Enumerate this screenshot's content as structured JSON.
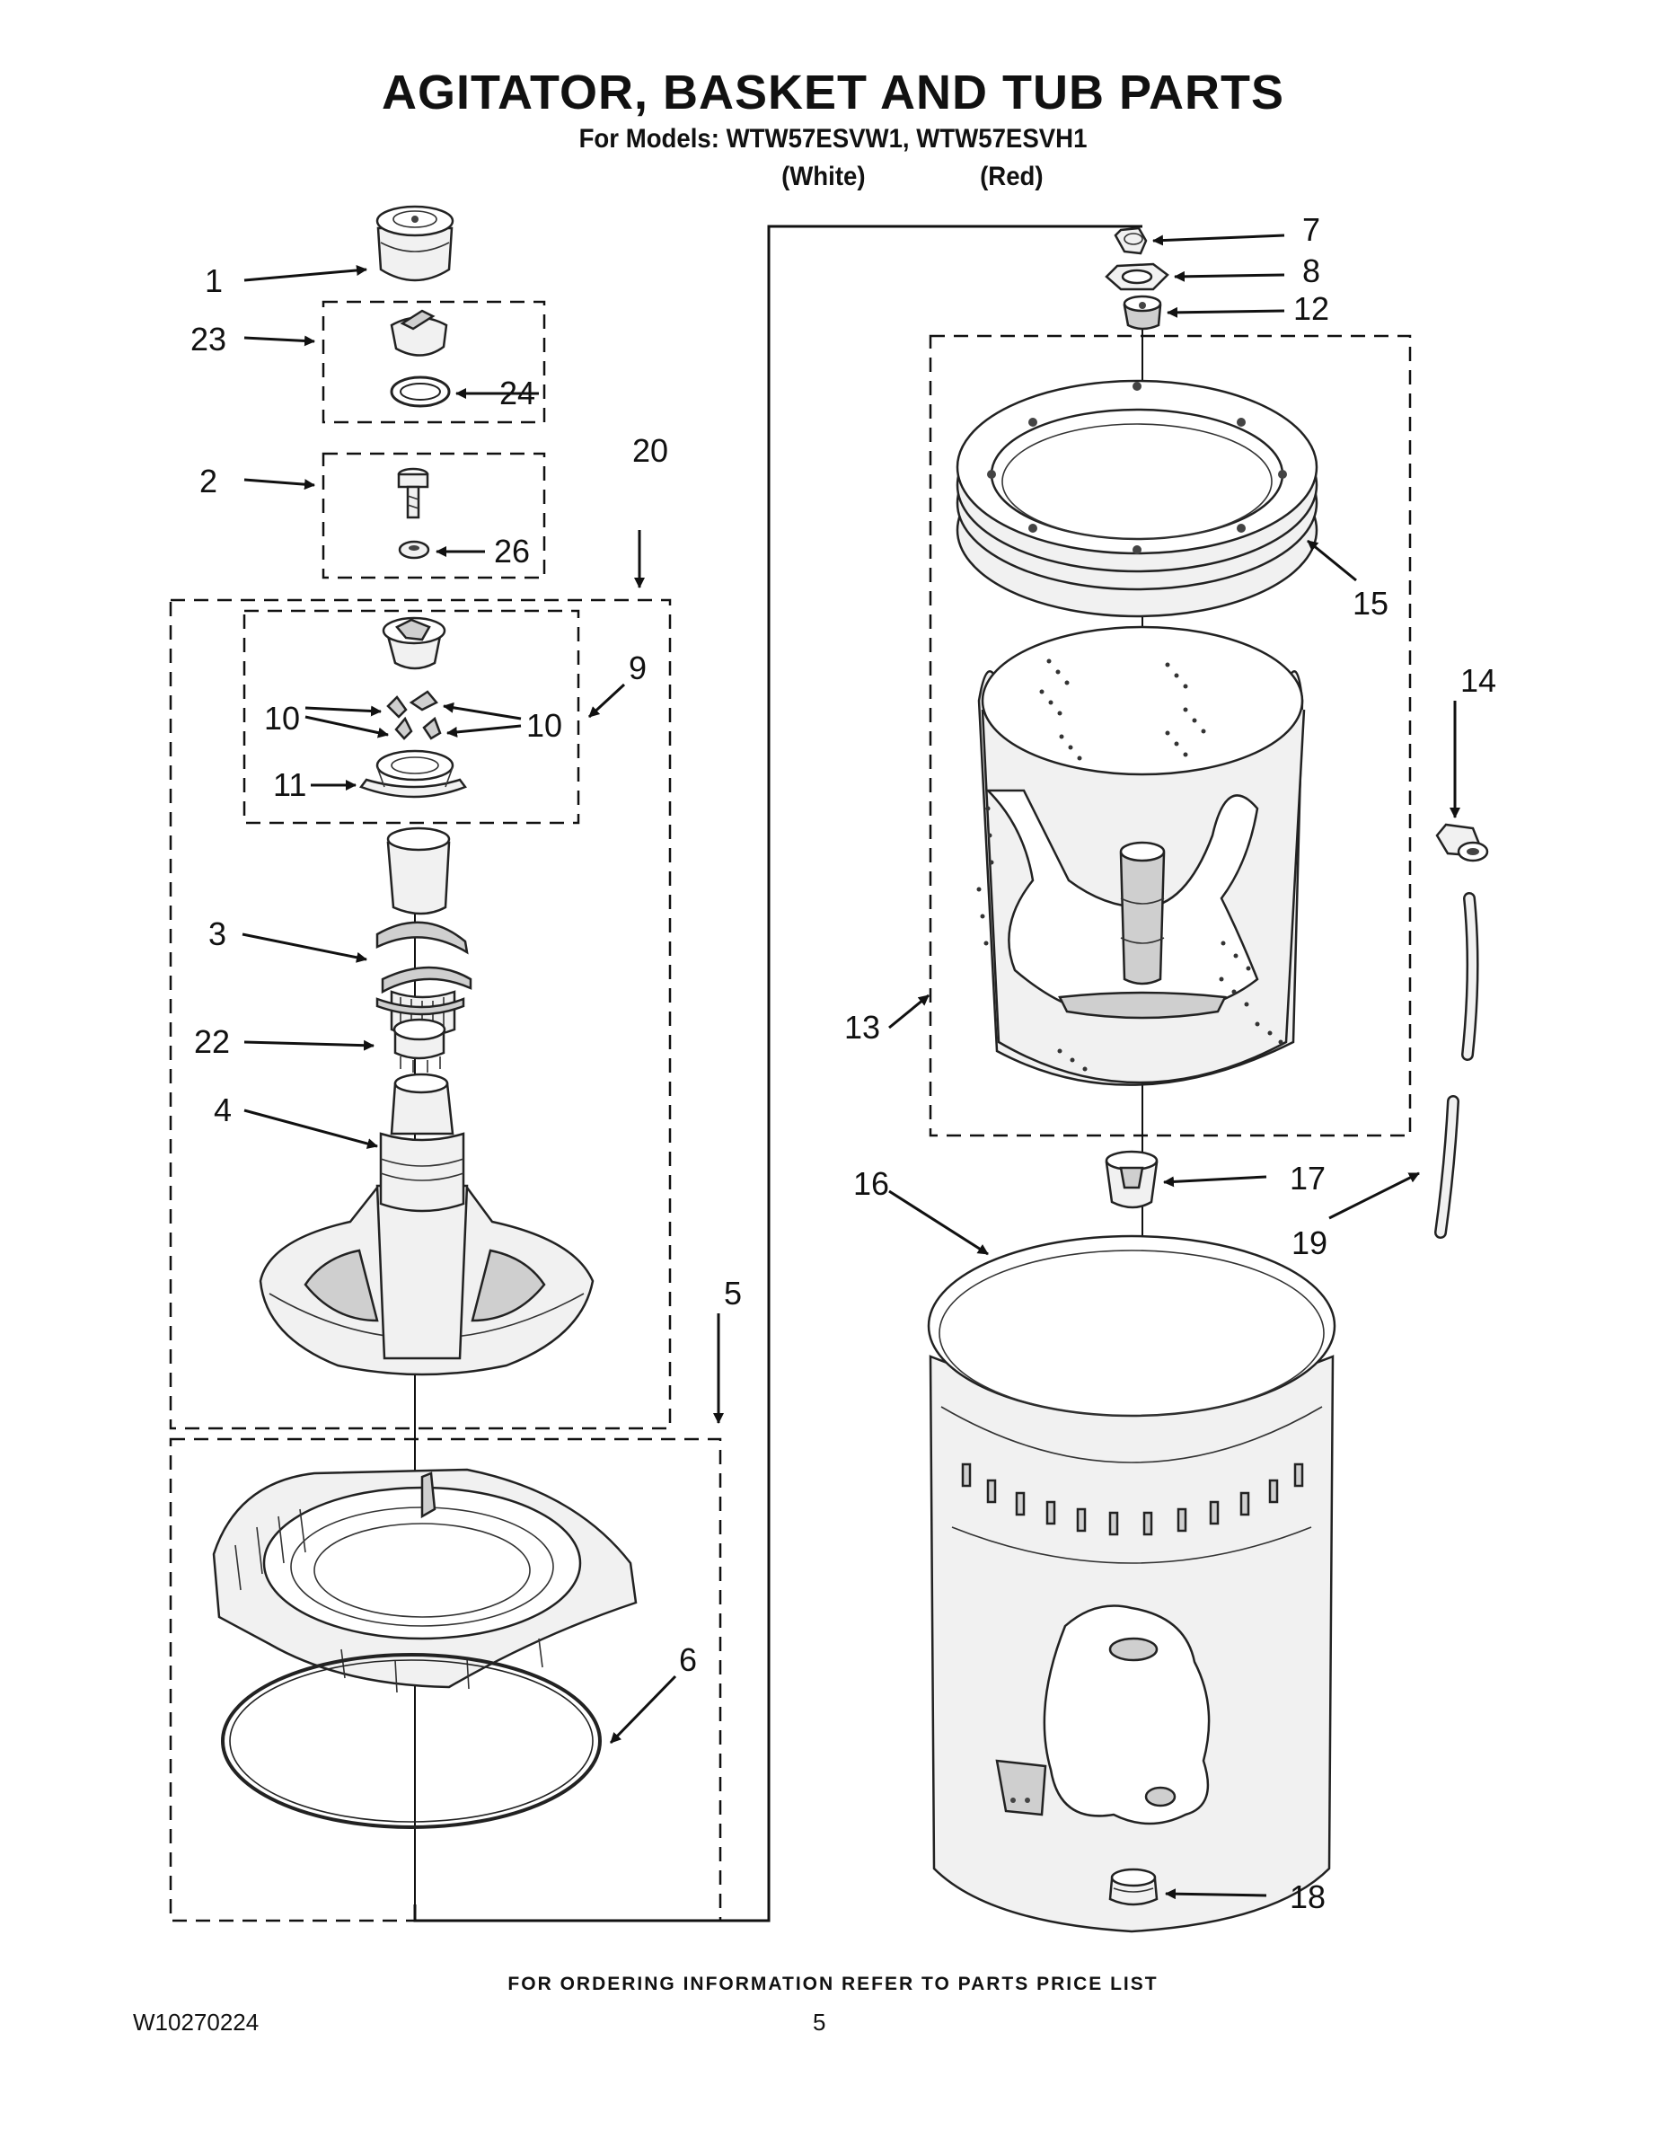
{
  "header": {
    "title": "AGITATOR, BASKET AND TUB PARTS",
    "subtitle": "For Models: WTW57ESVW1, WTW57ESVH1",
    "variants": [
      "(White)",
      "(Red)"
    ]
  },
  "callouts": {
    "c1": "1",
    "c2": "2",
    "c3": "3",
    "c4": "4",
    "c5": "5",
    "c6": "6",
    "c7": "7",
    "c8": "8",
    "c9": "9",
    "c10a": "10",
    "c10b": "10",
    "c11": "11",
    "c12": "12",
    "c13": "13",
    "c14": "14",
    "c15": "15",
    "c16": "16",
    "c17": "17",
    "c18": "18",
    "c19": "19",
    "c20": "20",
    "c22": "22",
    "c23": "23",
    "c24": "24",
    "c26": "26"
  },
  "footer": {
    "note": "FOR ORDERING INFORMATION REFER TO PARTS PRICE LIST",
    "doc_number": "W10270224",
    "page_number": "5"
  }
}
